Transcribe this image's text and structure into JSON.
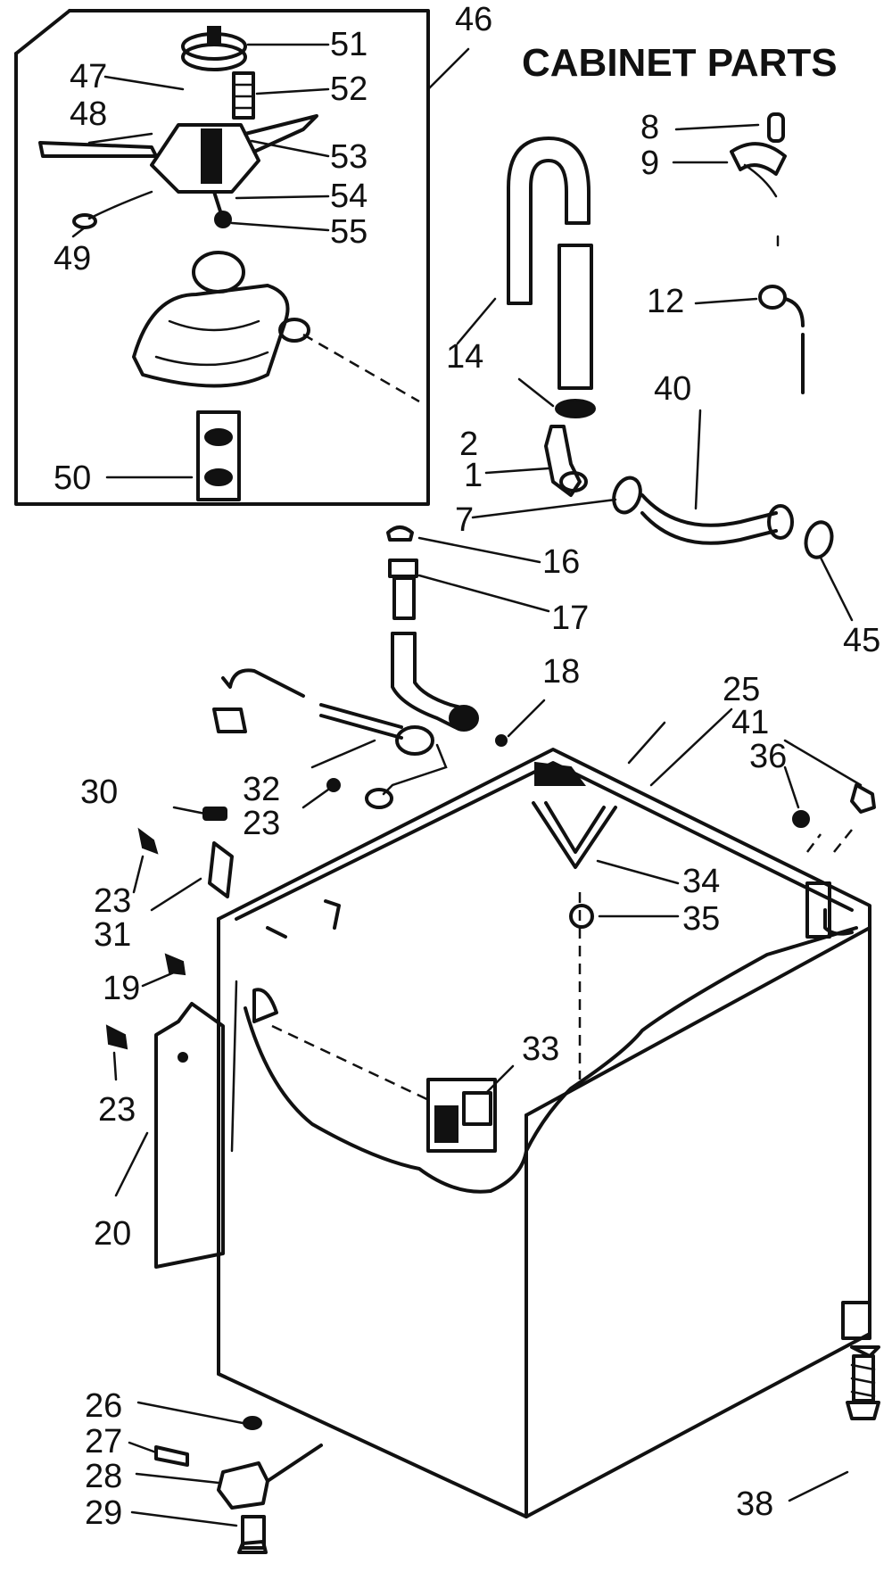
{
  "title": "CABINET PARTS",
  "labels": {
    "p1": "1",
    "p2": "2",
    "p7": "7",
    "p8": "8",
    "p9": "9",
    "p12": "12",
    "p14": "14",
    "p16": "16",
    "p17": "17",
    "p18": "18",
    "p19": "19",
    "p20": "20",
    "p23a": "23",
    "p23b": "23",
    "p23c": "23",
    "p25": "25",
    "p26": "26",
    "p27": "27",
    "p28": "28",
    "p29": "29",
    "p30": "30",
    "p31": "31",
    "p32": "32",
    "p33": "33",
    "p34": "34",
    "p35": "35",
    "p36": "36",
    "p38": "38",
    "p40": "40",
    "p41": "41",
    "p45": "45",
    "p46": "46",
    "p47": "47",
    "p48": "48",
    "p49": "49",
    "p50": "50",
    "p51": "51",
    "p52": "52",
    "p53": "53",
    "p54": "54",
    "p55": "55"
  }
}
